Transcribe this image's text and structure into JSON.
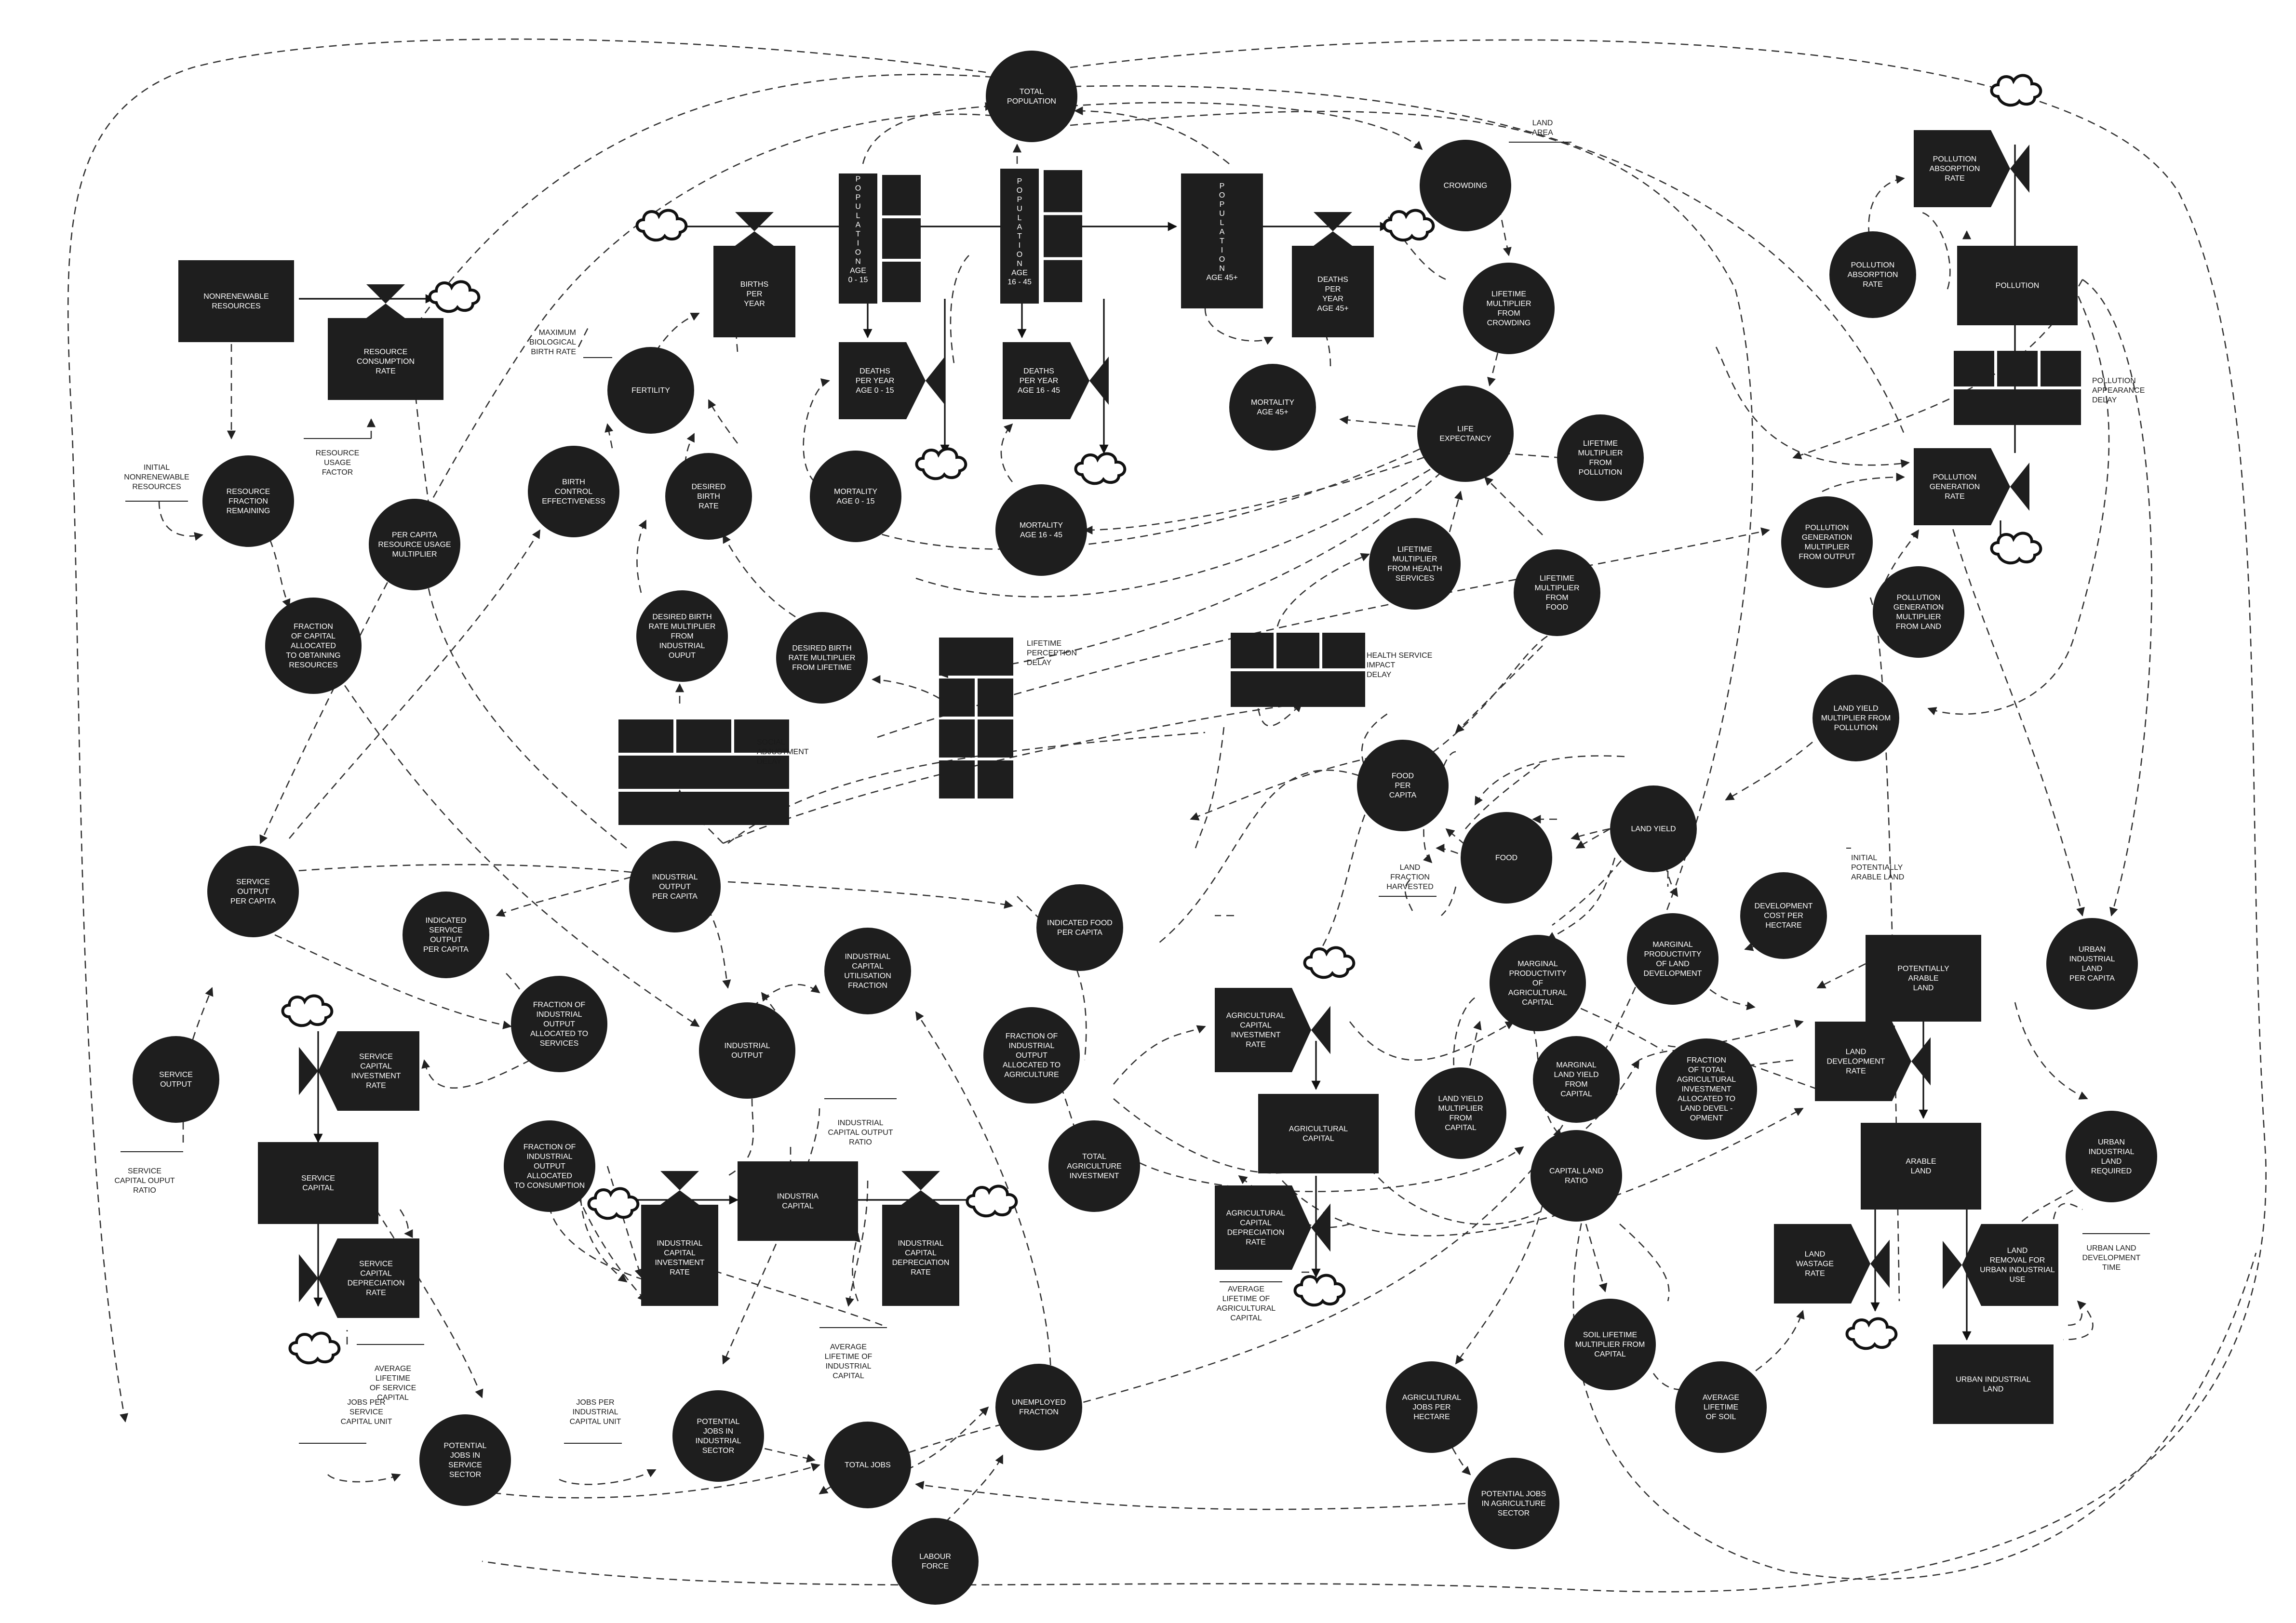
{
  "stocks": {
    "nonrenewable": "NONRENEWABLE\nRESOURCES",
    "service_capital": "SERVICE\nCAPITAL",
    "industrial_capital": "INDUSTRIA\nCAPITAL",
    "agricultural_capital": "AGRICULTURAL\nCAPITAL",
    "pollution": "POLLUTION",
    "potentially_arable": "POTENTIALLY\nARABLE\nLAND",
    "arable": "ARABLE\nLAND",
    "urban_industrial_land": "URBAN INDUSTRIAL\nLAND",
    "pop_0_15": "P\nO\nP\nU\nL\nA\nT\nI\nO\nN\n\n\nAGE\n0 - 15",
    "pop_16_45": "P\nO\nP\nU\nL\nA\nT\nI\nO\nN\n\nAGE\n16 - 45",
    "pop_45": "P\nO\nP\nU\nL\nA\nT\nI\nO\nN\n\n\nAGE 45+"
  },
  "rates": {
    "resource_consumption": "RESOURCE\nCONSUMPTION\nRATE",
    "births": "BIRTHS\nPER\nYEAR",
    "deaths_0_15": "DEATHS\nPER YEAR\nAGE 0 - 15",
    "deaths_16_45": "DEATHS\nPER YEAR\nAGE 16 - 45",
    "deaths_45": "DEATHS\nPER\nYEAR\nAGE 45+",
    "pollution_absorption": "POLLUTION\nABSORPTION\nRATE",
    "pollution_generation": "POLLUTION\nGENERATION\nRATE",
    "service_investment": "SERVICE\nCAPITAL\nINVESTMENT\nRATE",
    "service_depreciation": "SERVICE\nCAPITAL\nDEPRECIATION\nRATE",
    "industrial_investment": "INDUSTRIAL\nCAPITAL\nINVESTMENT\nRATE",
    "industrial_depreciation": "INDUSTRIAL\nCAPITAL\nDEPRECIATION\nRATE",
    "agri_investment": "AGRICULTURAL\nCAPITAL\nINVESTMENT\nRATE",
    "agri_depreciation": "AGRICULTURAL\nCAPITAL\nDEPRECIATION\nRATE",
    "land_development": "LAND\nDEVELOPMENT\nRATE",
    "land_wastage": "LAND\nWASTAGE\nRATE",
    "land_removal": "LAND\nREMOVAL FOR\nURBAN INDUSTRIAL\nUSE"
  },
  "auxiliaries": {
    "total_population": "TOTAL\nPOPULATION",
    "crowding": "CROWDING",
    "lm_crowding": "LIFETIME\nMULTIPLIER\nFROM\nCROWDING",
    "life_expectancy": "LIFE\nEXPECTANCY",
    "lm_pollution": "LIFETIME\nMULTIPLIER\nFROM\nPOLLUTION",
    "lm_health": "LIFETIME\nMULTIPLIER\nFROM HEALTH\nSERVICES",
    "lm_food": "LIFETIME\nMULTIPLIER\nFROM\nFOOD",
    "mortality_45": "MORTALITY\nAGE 45+",
    "mortality_16_45": "MORTALITY\nAGE 16 - 45",
    "mortality_0_15": "MORTALITY\nAGE 0 - 15",
    "fertility": "FERTILITY",
    "birth_control": "BIRTH\nCONTROL\nEFFECTIVENESS",
    "desired_birth_rate": "DESIRED\nBIRTH\nRATE",
    "dbr_industrial": "DESIRED BIRTH\nRATE MULTIPLIER\nFROM\nINDUSTRIAL\nOUPUT",
    "dbr_lifetime": "DESIRED BIRTH\nRATE MULTIPLIER\nFROM LIFETIME",
    "resource_fraction": "RESOURCE\nFRACTION\nREMAINING",
    "fraction_capital_resources": "FRACTION\nOF CAPITAL\nALLOCATED\nTO OBTAINING\nRESOURCES",
    "pc_resource_usage": "PER CAPITA\nRESOURCE USAGE\nMULTIPLIER",
    "pollution_absorption_rate": "POLLUTION\nABSORPTION\nRATE",
    "pgm_output": "POLLUTION\nGENERATION\nMULTIPLIER\nFROM OUTPUT",
    "pgm_land": "POLLUTION\nGENERATION\nMULTIPLIER\nFROM LAND",
    "land_yield_pollution": "LAND YIELD\nMULTIPLIER FROM\nPOLLUTION",
    "food_per_capita": "FOOD\nPER\nCAPITA",
    "food": "FOOD",
    "land_yield": "LAND YIELD",
    "dev_cost": "DEVELOPMENT\nCOST PER\nHECTARE",
    "marginal_prod_land": "MARGINAL\nPRODUCTIVITY\nOF LAND\nDEVELOPMENT",
    "marginal_prod_agri": "MARGINAL\nPRODUCTIVITY\nOF\nAGRICULTURAL\nCAPITAL",
    "marginal_land_yield": "MARGINAL\nLAND YIELD\nFROM\nCAPITAL",
    "fraction_land_dev": "FRACTION\nOF TOTAL\nAGRICULTURAL\nINVESTMENT\nALLOCATED TO\nLAND DEVEL -\nOPMENT",
    "land_yield_capital": "LAND YIELD\nMULTIPLIER\nFROM\nCAPITAL",
    "capital_land_ratio": "CAPITAL LAND\nRATIO",
    "soil_lifetime": "SOIL LIFETIME\nMULTIPLIER FROM\nCAPITAL",
    "avg_soil_life": "AVERAGE\nLIFETIME\nOF SOIL",
    "agri_jobs": "AGRICULTURAL\nJOBS PER\nHECTARE",
    "pot_jobs_agri": "POTENTIAL JOBS\nIN AGRICULTURE\nSECTOR",
    "urban_land_pc": "URBAN\nINDUSTRIAL\nLAND\nPER CAPITA",
    "urban_land_req": "URBAN\nINDUSTRIAL\nLAND\nREQUIRED",
    "service_output_pc": "SERVICE\nOUTPUT\nPER CAPITA",
    "service_output": "SERVICE\nOUTPUT",
    "ind_output_pc": "INDUSTRIAL\nOUTPUT\nPER CAPITA",
    "ind_service_pc": "INDICATED\nSERVICE\nOUTPUT\nPER CAPITA",
    "fraction_services": "FRACTION OF\nINDUSTRIAL\nOUTPUT\nALLOCATED TO\nSERVICES",
    "industrial_output": "INDUSTRIAL\nOUTPUT",
    "ind_cap_util": "INDUSTRIAL\nCAPITAL\nUTILISATION\nFRACTION",
    "ind_food_pc": "INDICATED FOOD\nPER CAPITA",
    "fraction_agri": "FRACTION OF\nINDUSTRIAL\nOUTPUT\nALLOCATED TO\nAGRICULTURE",
    "total_agri_inv": "TOTAL\nAGRICULTURE\nINVESTMENT",
    "fraction_consumption": "FRACTION OF\nINDUSTRIAL\nOUTPUT\nALLOCATED\nTO CONSUMPTION",
    "pot_jobs_service": "POTENTIAL\nJOBS IN\nSERVICE\nSECTOR",
    "pot_jobs_industrial": "POTENTIAL\nJOBS IN\nINDUSTRIAL\nSECTOR",
    "total_jobs": "TOTAL JOBS",
    "unemployed": "UNEMPLOYED\nFRACTION",
    "labour_force": "LABOUR\nFORCE"
  },
  "delays": {
    "lifetime_perception": "LIFETIME\nPERCEPTION\nDELAY",
    "social_adjustment": "SOCIAL\nADJUSTMENT\nDELAY",
    "health_service": "HEALTH SERVICE\nIMPACT\nDELAY",
    "pollution_appearance": "POLLUTION\nAPPEARANCE\nDELAY"
  },
  "constants": {
    "land_area": "LAND\nAREA",
    "max_birth_rate": "MAXIMUM\nBIOLOGICAL\nBIRTH RATE",
    "initial_nonrenewable": "INITIAL\nNONRENEWABLE\nRESOURCES",
    "resource_usage_factor": "RESOURCE\nUSAGE\nFACTOR",
    "service_capital_output_ratio": "SERVICE\nCAPITAL OUPUT\nRATIO",
    "industrial_capital_output_ratio": "INDUSTRIAL\nCAPITAL OUTPUT\nRATIO",
    "avg_life_service": "AVERAGE\nLIFETIME\nOF SERVICE\nCAPITAL",
    "avg_life_industrial": "AVERAGE\nLIFETIME OF\nINDUSTRIAL\nCAPITAL",
    "avg_life_agri": "AVERAGE\nLIFETIME OF\nAGRICULTURAL\nCAPITAL",
    "jobs_service": "JOBS PER\nSERVICE\nCAPITAL UNIT",
    "jobs_industrial": "JOBS PER\nINDUSTRIAL\nCAPITAL UNIT",
    "land_fraction_harvested": "LAND\nFRACTION\nHARVESTED",
    "initial_arable": "INITIAL\nPOTENTIALLY\nARABLE LAND",
    "urban_dev_time": "URBAN LAND\nDEVELOPMENT\nTIME"
  },
  "colors": {
    "node": "#1e1e1e",
    "link": "#333333",
    "background": "#ffffff"
  }
}
